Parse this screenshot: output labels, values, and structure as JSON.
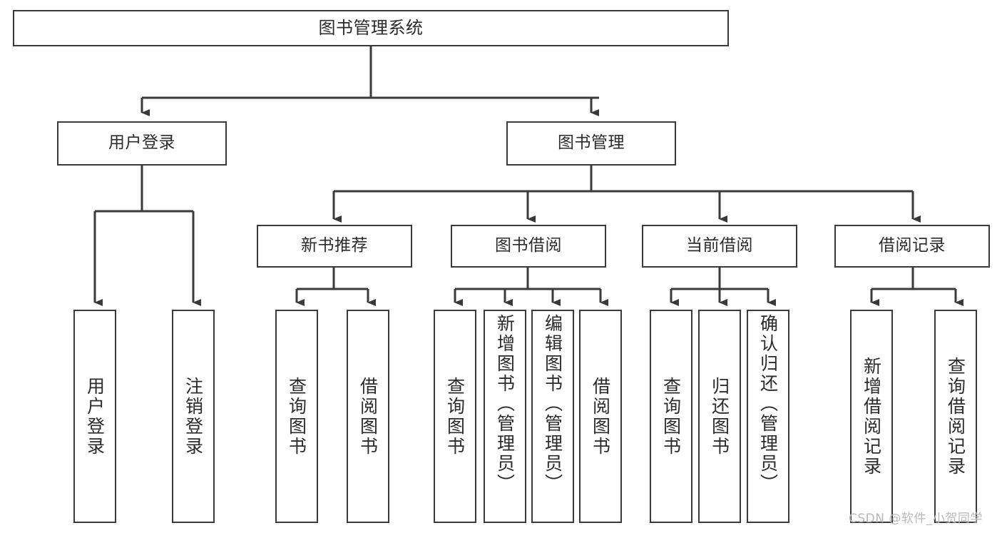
{
  "diagram": {
    "title": "图书管理系统",
    "type": "tree",
    "root": {
      "label": "图书管理系统"
    },
    "level2": [
      {
        "label": "用户登录"
      },
      {
        "label": "图书管理"
      }
    ],
    "level3": [
      {
        "label": "新书推荐"
      },
      {
        "label": "图书借阅"
      },
      {
        "label": "当前借阅"
      },
      {
        "label": "借阅记录"
      }
    ],
    "leaves": {
      "user_login": [
        {
          "label": "用户登录"
        },
        {
          "label": "注销登录"
        }
      ],
      "new_book_recommend": [
        {
          "label": "查询图书"
        },
        {
          "label": "借阅图书"
        }
      ],
      "book_borrow": [
        {
          "label": "查询图书"
        },
        {
          "label": "新增图书（管理员）"
        },
        {
          "label": "编辑图书（管理员）"
        },
        {
          "label": "借阅图书"
        }
      ],
      "current_borrow": [
        {
          "label": "查询图书"
        },
        {
          "label": "归还图书"
        },
        {
          "label": "确认归还（管理员）"
        }
      ],
      "borrow_record": [
        {
          "label": "新增借阅记录"
        },
        {
          "label": "查询借阅记录"
        }
      ]
    }
  },
  "watermark": {
    "text": "CSDN @软件_小贺同学"
  },
  "colors": {
    "border": "#3a3a3a",
    "text": "#2b2b2b",
    "background": "#ffffff",
    "watermark": "#b9b9b9"
  }
}
